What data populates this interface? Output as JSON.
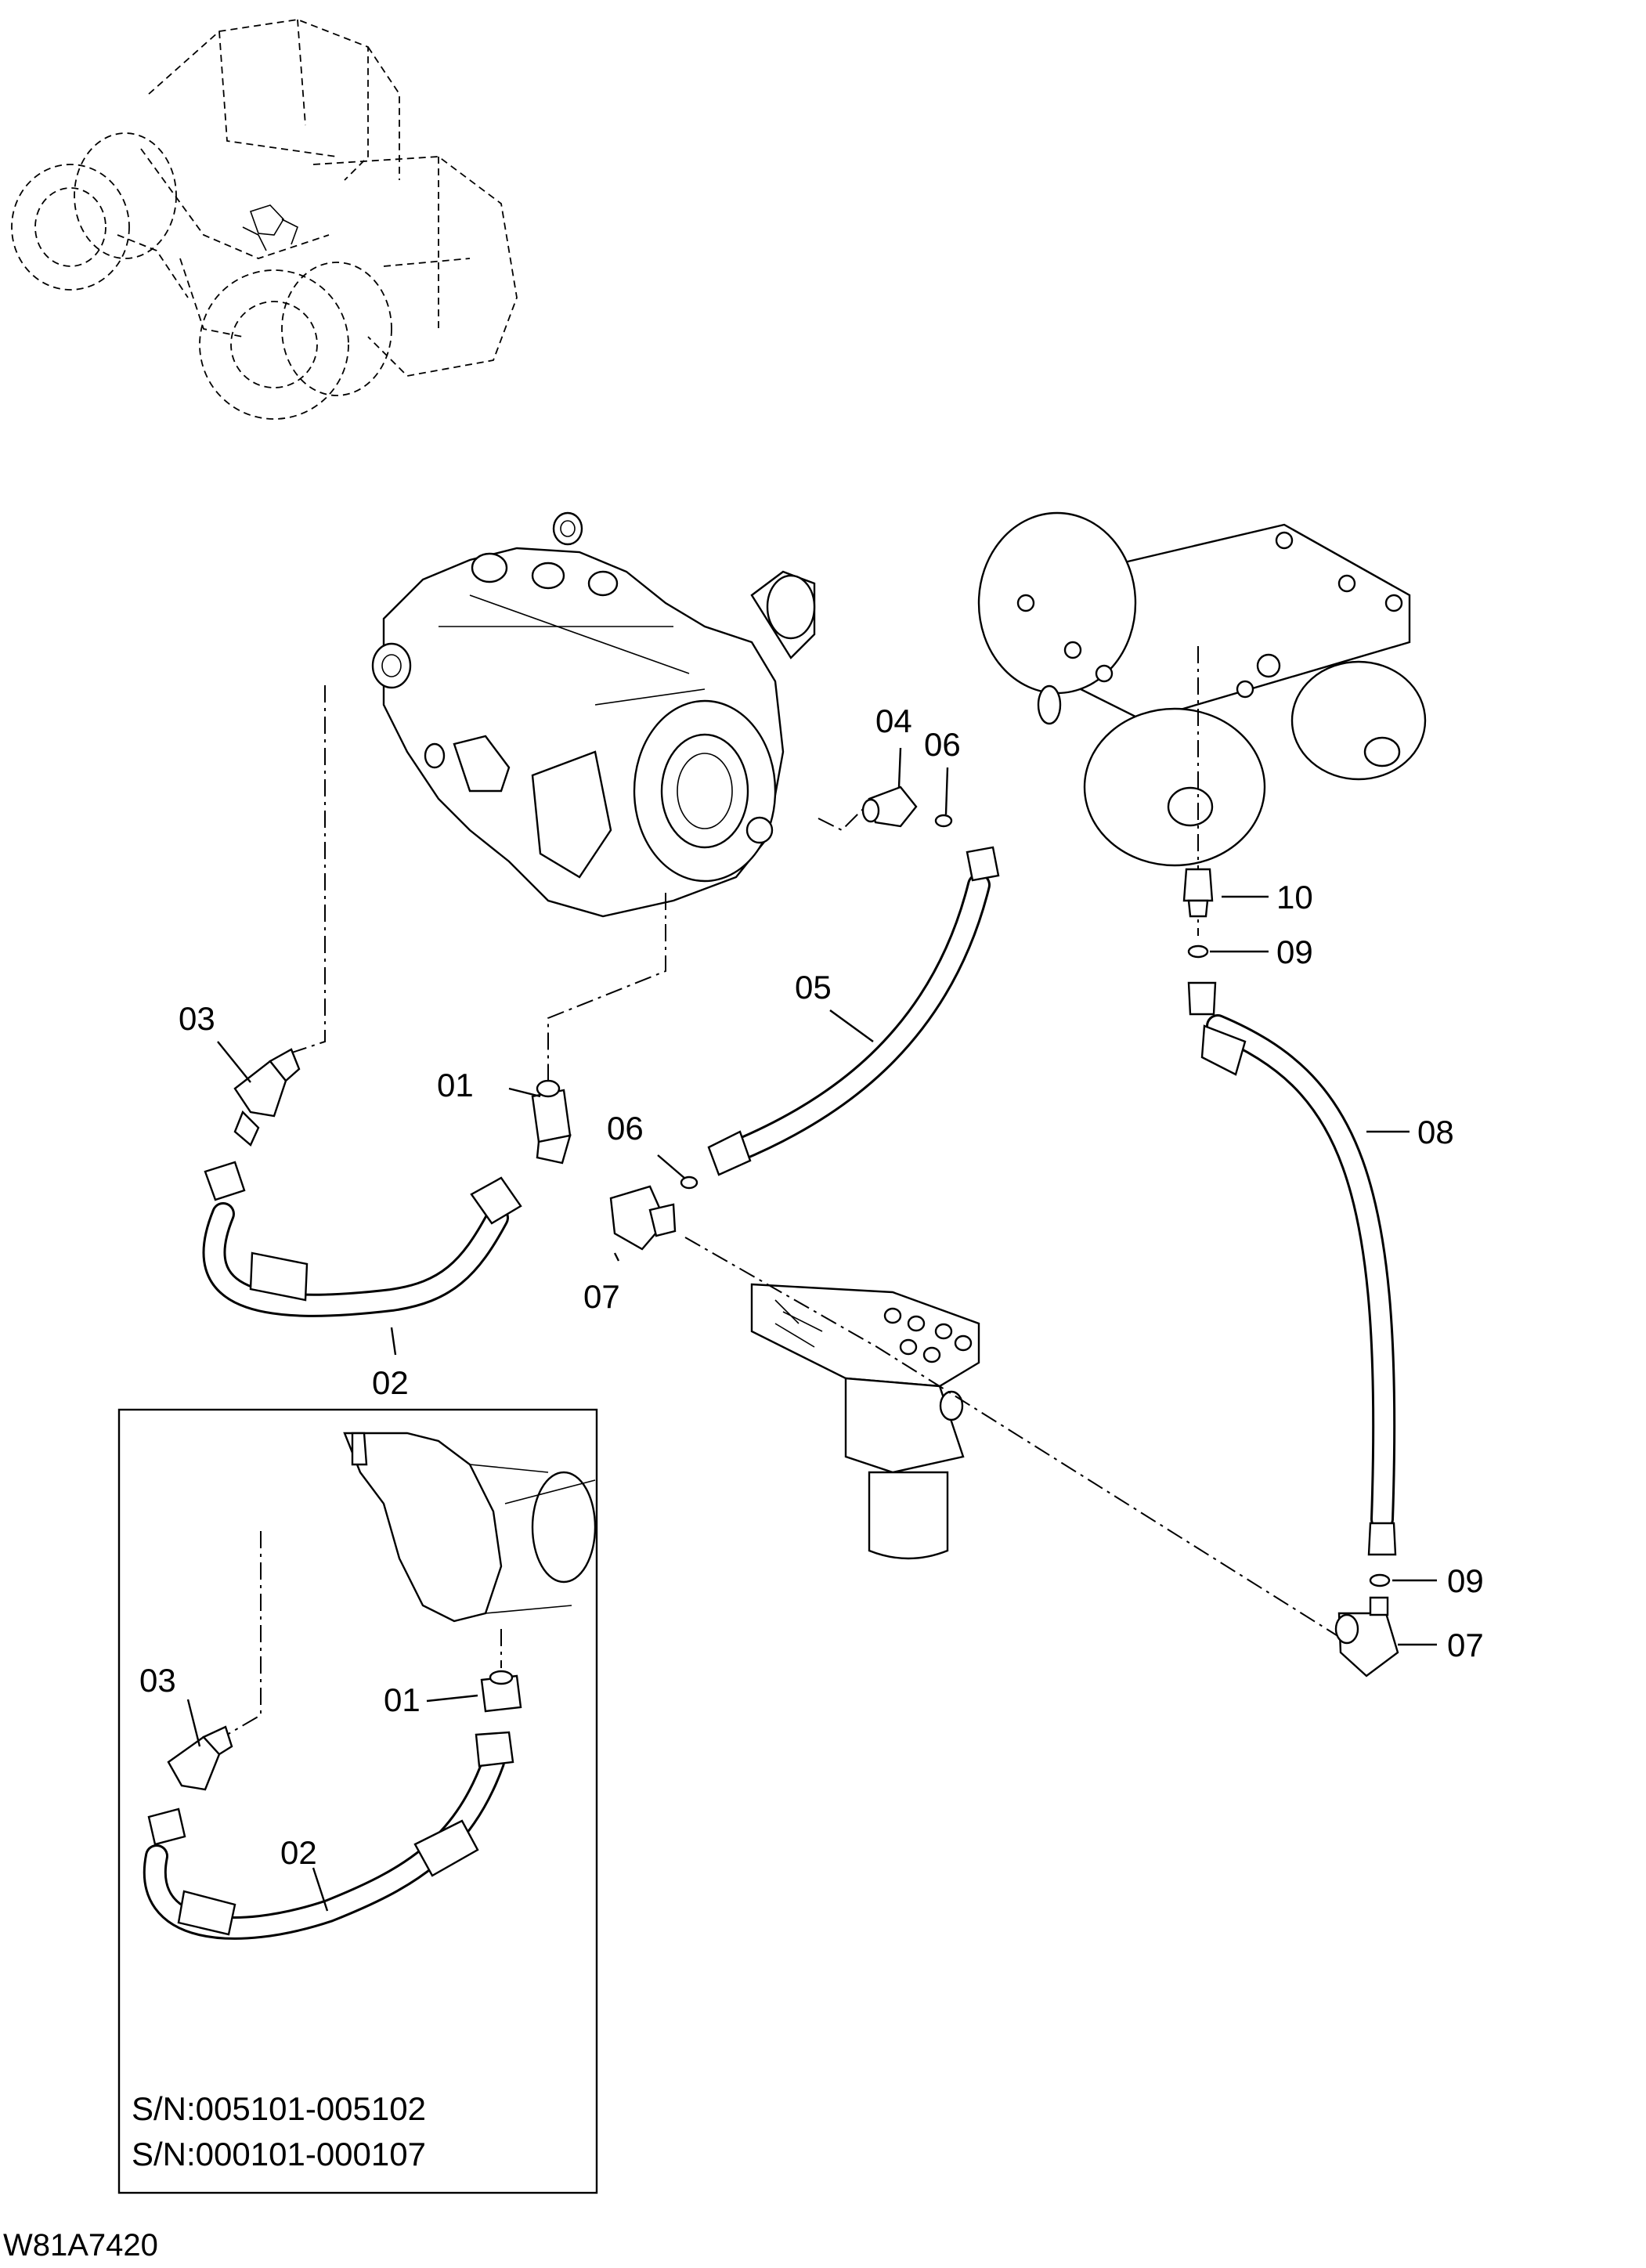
{
  "labels": {
    "main": [
      {
        "id": "01",
        "text": "01"
      },
      {
        "id": "02",
        "text": "02"
      },
      {
        "id": "03",
        "text": "03"
      },
      {
        "id": "04",
        "text": "04"
      },
      {
        "id": "05",
        "text": "05"
      },
      {
        "id": "06a",
        "text": "06"
      },
      {
        "id": "06b",
        "text": "06"
      },
      {
        "id": "07a",
        "text": "07"
      },
      {
        "id": "07b",
        "text": "07"
      },
      {
        "id": "08",
        "text": "08"
      },
      {
        "id": "09a",
        "text": "09"
      },
      {
        "id": "09b",
        "text": "09"
      },
      {
        "id": "10",
        "text": "10"
      }
    ],
    "inset": [
      {
        "id": "03",
        "text": "03"
      },
      {
        "id": "01",
        "text": "01"
      },
      {
        "id": "02",
        "text": "02"
      }
    ]
  },
  "inset": {
    "serial_lines": [
      "S/N:005101-005102",
      "S/N:000101-000107"
    ]
  },
  "figure_code": "W81A7420"
}
